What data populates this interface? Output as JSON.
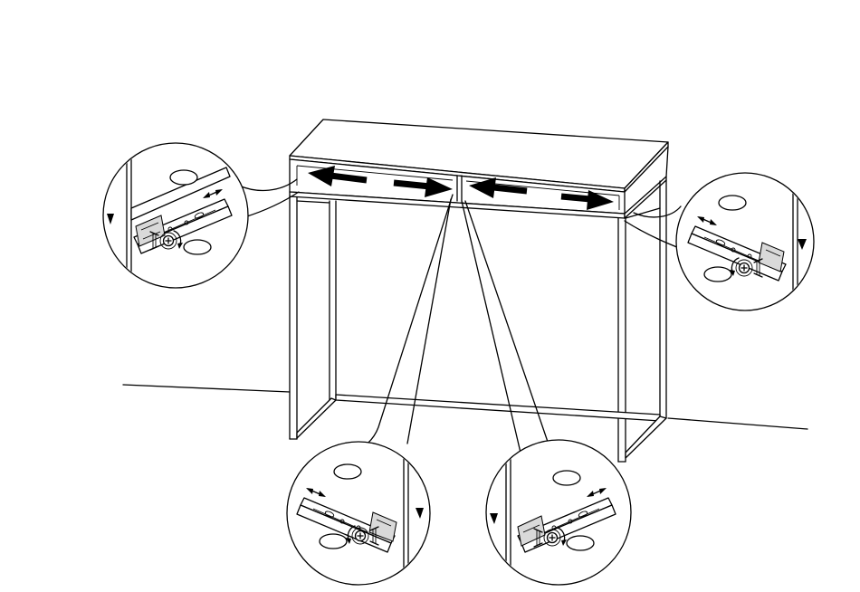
{
  "figure": {
    "kind": "assembly-instruction",
    "colors": {
      "line": "#000000",
      "background": "#ffffff",
      "shade": "#d9d9d9"
    },
    "details": [
      {
        "id": "detail-left",
        "screw_icon": "screw-icon",
        "arrow_icon": "direction-arrow-icon"
      },
      {
        "id": "detail-right",
        "screw_icon": "screw-icon",
        "arrow_icon": "direction-arrow-icon"
      },
      {
        "id": "detail-bottom-left",
        "screw_icon": "screw-icon",
        "arrow_icon": "direction-arrow-icon"
      },
      {
        "id": "detail-bottom-right",
        "screw_icon": "screw-icon",
        "arrow_icon": "direction-arrow-icon"
      }
    ],
    "drawer_arrows": [
      "double-arrow-icon",
      "double-arrow-icon"
    ]
  }
}
